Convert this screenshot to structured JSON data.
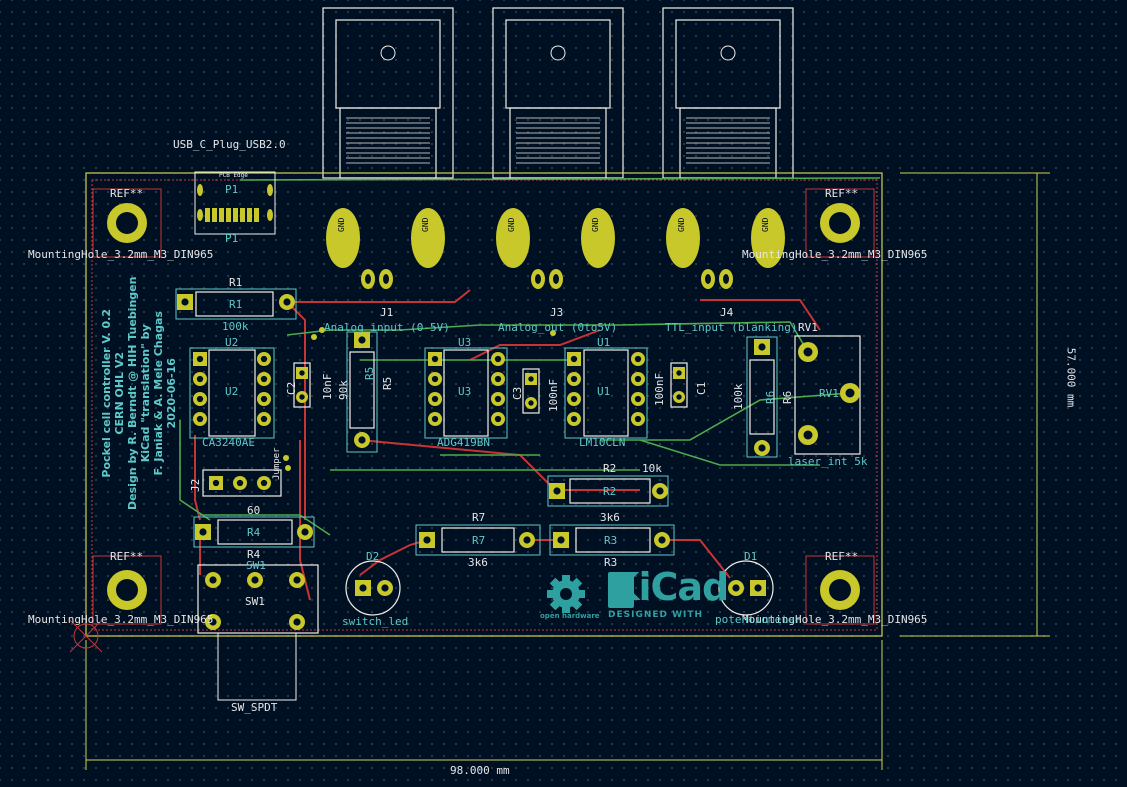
{
  "colors": {
    "background": "#001023",
    "edge_cuts": "#d2d24a",
    "silkscreen": "#f2eee6",
    "fab_teal": "#5ec9c9",
    "front_copper": "#c83434",
    "back_copper": "#4daa4d",
    "pad": "#c8c82a"
  },
  "dimensions": {
    "width": "98.000 mm",
    "height": "57.000 mm"
  },
  "board_text": {
    "line1": "Pockel cell controller V. 0.2",
    "line2": "CERN OHL V2",
    "line3": "Design by R. Berndt @ HIH Tuebingen",
    "line4": "KiCad \"translation\" by",
    "line5": "F. Janiak & A. Mele Chagas",
    "line6": "2020-06-16"
  },
  "mounting_holes": {
    "ref": "REF**",
    "value": "MountingHole_3.2mm_M3_DIN965"
  },
  "connectors": {
    "usb": {
      "value": "USB_C_Plug_USB2.0",
      "ref": "P1",
      "edge": "PCB Edge"
    },
    "j1": {
      "ref": "J1",
      "value": "Analog_input (0-5V)"
    },
    "j2": {
      "ref": "J2",
      "pins": "Jumper"
    },
    "j3": {
      "ref": "J3",
      "value": "Analog_out (0to5V)"
    },
    "j4": {
      "ref": "J4",
      "value": "TTL_input (blanking)"
    },
    "gnd": "GND"
  },
  "components": {
    "r1": {
      "ref": "R1",
      "value": "100k"
    },
    "r2": {
      "ref": "R2",
      "value": "10k"
    },
    "r3": {
      "ref": "R3",
      "value": "3k6"
    },
    "r4": {
      "ref": "R4",
      "value": "60"
    },
    "r5": {
      "ref": "R5",
      "value": "90k"
    },
    "r6": {
      "ref": "R6",
      "value": "100k"
    },
    "r7": {
      "ref": "R7",
      "value": "3k6"
    },
    "u1": {
      "ref": "U1",
      "value": "LM10CLN"
    },
    "u2": {
      "ref": "U2",
      "value": "CA3240AE"
    },
    "u3": {
      "ref": "U3",
      "value": "ADG419BN"
    },
    "c1": {
      "ref": "C1",
      "value": "100nF"
    },
    "c2": {
      "ref": "C2",
      "value": "10nF"
    },
    "c3": {
      "ref": "C3",
      "value": "100nF"
    },
    "rv1": {
      "ref": "RV1",
      "value": "laser_int 5k"
    },
    "sw1": {
      "ref": "SW1",
      "value": "SW_SPDT"
    },
    "d1": {
      "ref": "D1",
      "value": "potentiometer"
    },
    "d2": {
      "ref": "D2",
      "value": "switch_led"
    }
  },
  "logos": {
    "kicad": "KiCad",
    "kicad_sub": "DESIGNED WITH",
    "oshw": "open hardware"
  }
}
